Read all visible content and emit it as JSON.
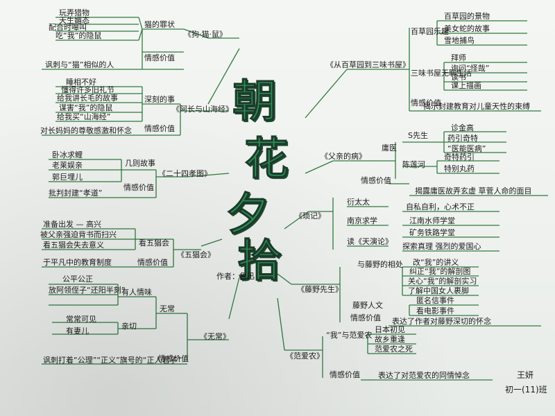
{
  "title": {
    "c1": "朝",
    "c2": "花",
    "c3": "夕",
    "c4": "拾"
  },
  "author": "作者：鲁迅",
  "student": {
    "name": "王妍",
    "class": "初一(11)班"
  },
  "n1": {
    "chapter": "《狗·猫·鼠》",
    "sub1": "猫的罪状",
    "sub2": "情感价值",
    "l1": "玩弄猎物",
    "l2": "天生媚态",
    "l3": "配合时嗥叫",
    "l4": "吃“我”的隐鼠",
    "l5": "讽刺与“猫”相似的人"
  },
  "n2": {
    "chapter": "《阿长与山海经》",
    "sub1": "深刻的事",
    "sub2": "情感价值",
    "l1": "睡相不好",
    "l2": "懂得许多旧礼节",
    "l3": "给我讲长毛的故事",
    "l4": "谋害“我”的隐鼠",
    "l5": "给我买“山海经”",
    "l6": "对长妈妈的尊敬感激和怀念"
  },
  "n3": {
    "chapter": "《二十四孝图》",
    "sub1": "几则故事",
    "sub2": "情感价值",
    "l1": "卧冰求鲤",
    "l2": "老莱娱亲",
    "l3": "郭巨埋儿",
    "l4": "批判封建“孝道”"
  },
  "n4": {
    "chapter": "《五猖会》",
    "sub1": "看五猖会",
    "sub2": "情感价值",
    "l1": "准备出发 — 高兴",
    "l2": "被父亲强迫背书而扫兴",
    "l3": "看五猖会失去意义",
    "l4": "于平凡中的教育制度"
  },
  "n5": {
    "chapter": "《无常》",
    "sub1": "无常",
    "sub2": "有人情味",
    "sub3": "亲切",
    "sub4": "情感价值",
    "l1": "公平公正",
    "l2": "放阿领侄子“还阳半刻”",
    "l3": "常常可见",
    "l4": "有妻儿",
    "l5": "讽刺打着“公理”“正义”旗号的“正人君子”"
  },
  "n6": {
    "chapter": "《从百草园到三味书屋》",
    "sub1": "百草园乐趣",
    "sub2": "三味书屋无聊生活",
    "sub3": "情感价值",
    "l1": "百草园的景物",
    "l2": "美女蛇的故事",
    "l3": "雪地捕鸟",
    "l4": "拜师",
    "l5": "询问“怪哉”",
    "l6": "读书",
    "l7": "课上描画",
    "l8": "揭示封建教育对儿童天性的束缚"
  },
  "n7": {
    "chapter": "《父亲的病》",
    "sub1": "庸医",
    "sub2": "情感价值",
    "s1": "S先生",
    "s2": "陈莲河",
    "l1": "诊金高",
    "l2": "药引奇特",
    "l3": "“医能医病”",
    "l4": "奇特药引",
    "l5": "特别丸药",
    "l6": "揭露庸医故弄玄虚 草菅人命的面目"
  },
  "n8": {
    "chapter": "《琐记》",
    "l1": "衍太太",
    "l2": "南京求学",
    "l3": "读《天演论》",
    "l4": "自私自利，心术不正",
    "l5": "江南水师学堂",
    "l6": "矿务铁路学堂",
    "l7": "探索真理 强烈的爱国心"
  },
  "n9": {
    "chapter": "《藤野先生》",
    "sub1": "与藤野的相处",
    "sub2": "藤野人文",
    "sub3": "情感价值",
    "l1": "改“我”的讲义",
    "l2": "纠正“我”的解剖图",
    "l3": "关心“我”的解剖实习",
    "l4": "了解中国女人裹脚",
    "l5": "匿名信事件",
    "l6": "看电影事件",
    "l7": "表达了作者对藤野深切的怀念"
  },
  "n10": {
    "chapter": "《范爱农》",
    "sub1": "“我”与范爱农",
    "sub2": "情感价值",
    "l1": "日本初见",
    "l2": "故乡重逢",
    "l3": "范爱农之死",
    "l4": "表达了对范爱农的同情悼念"
  }
}
